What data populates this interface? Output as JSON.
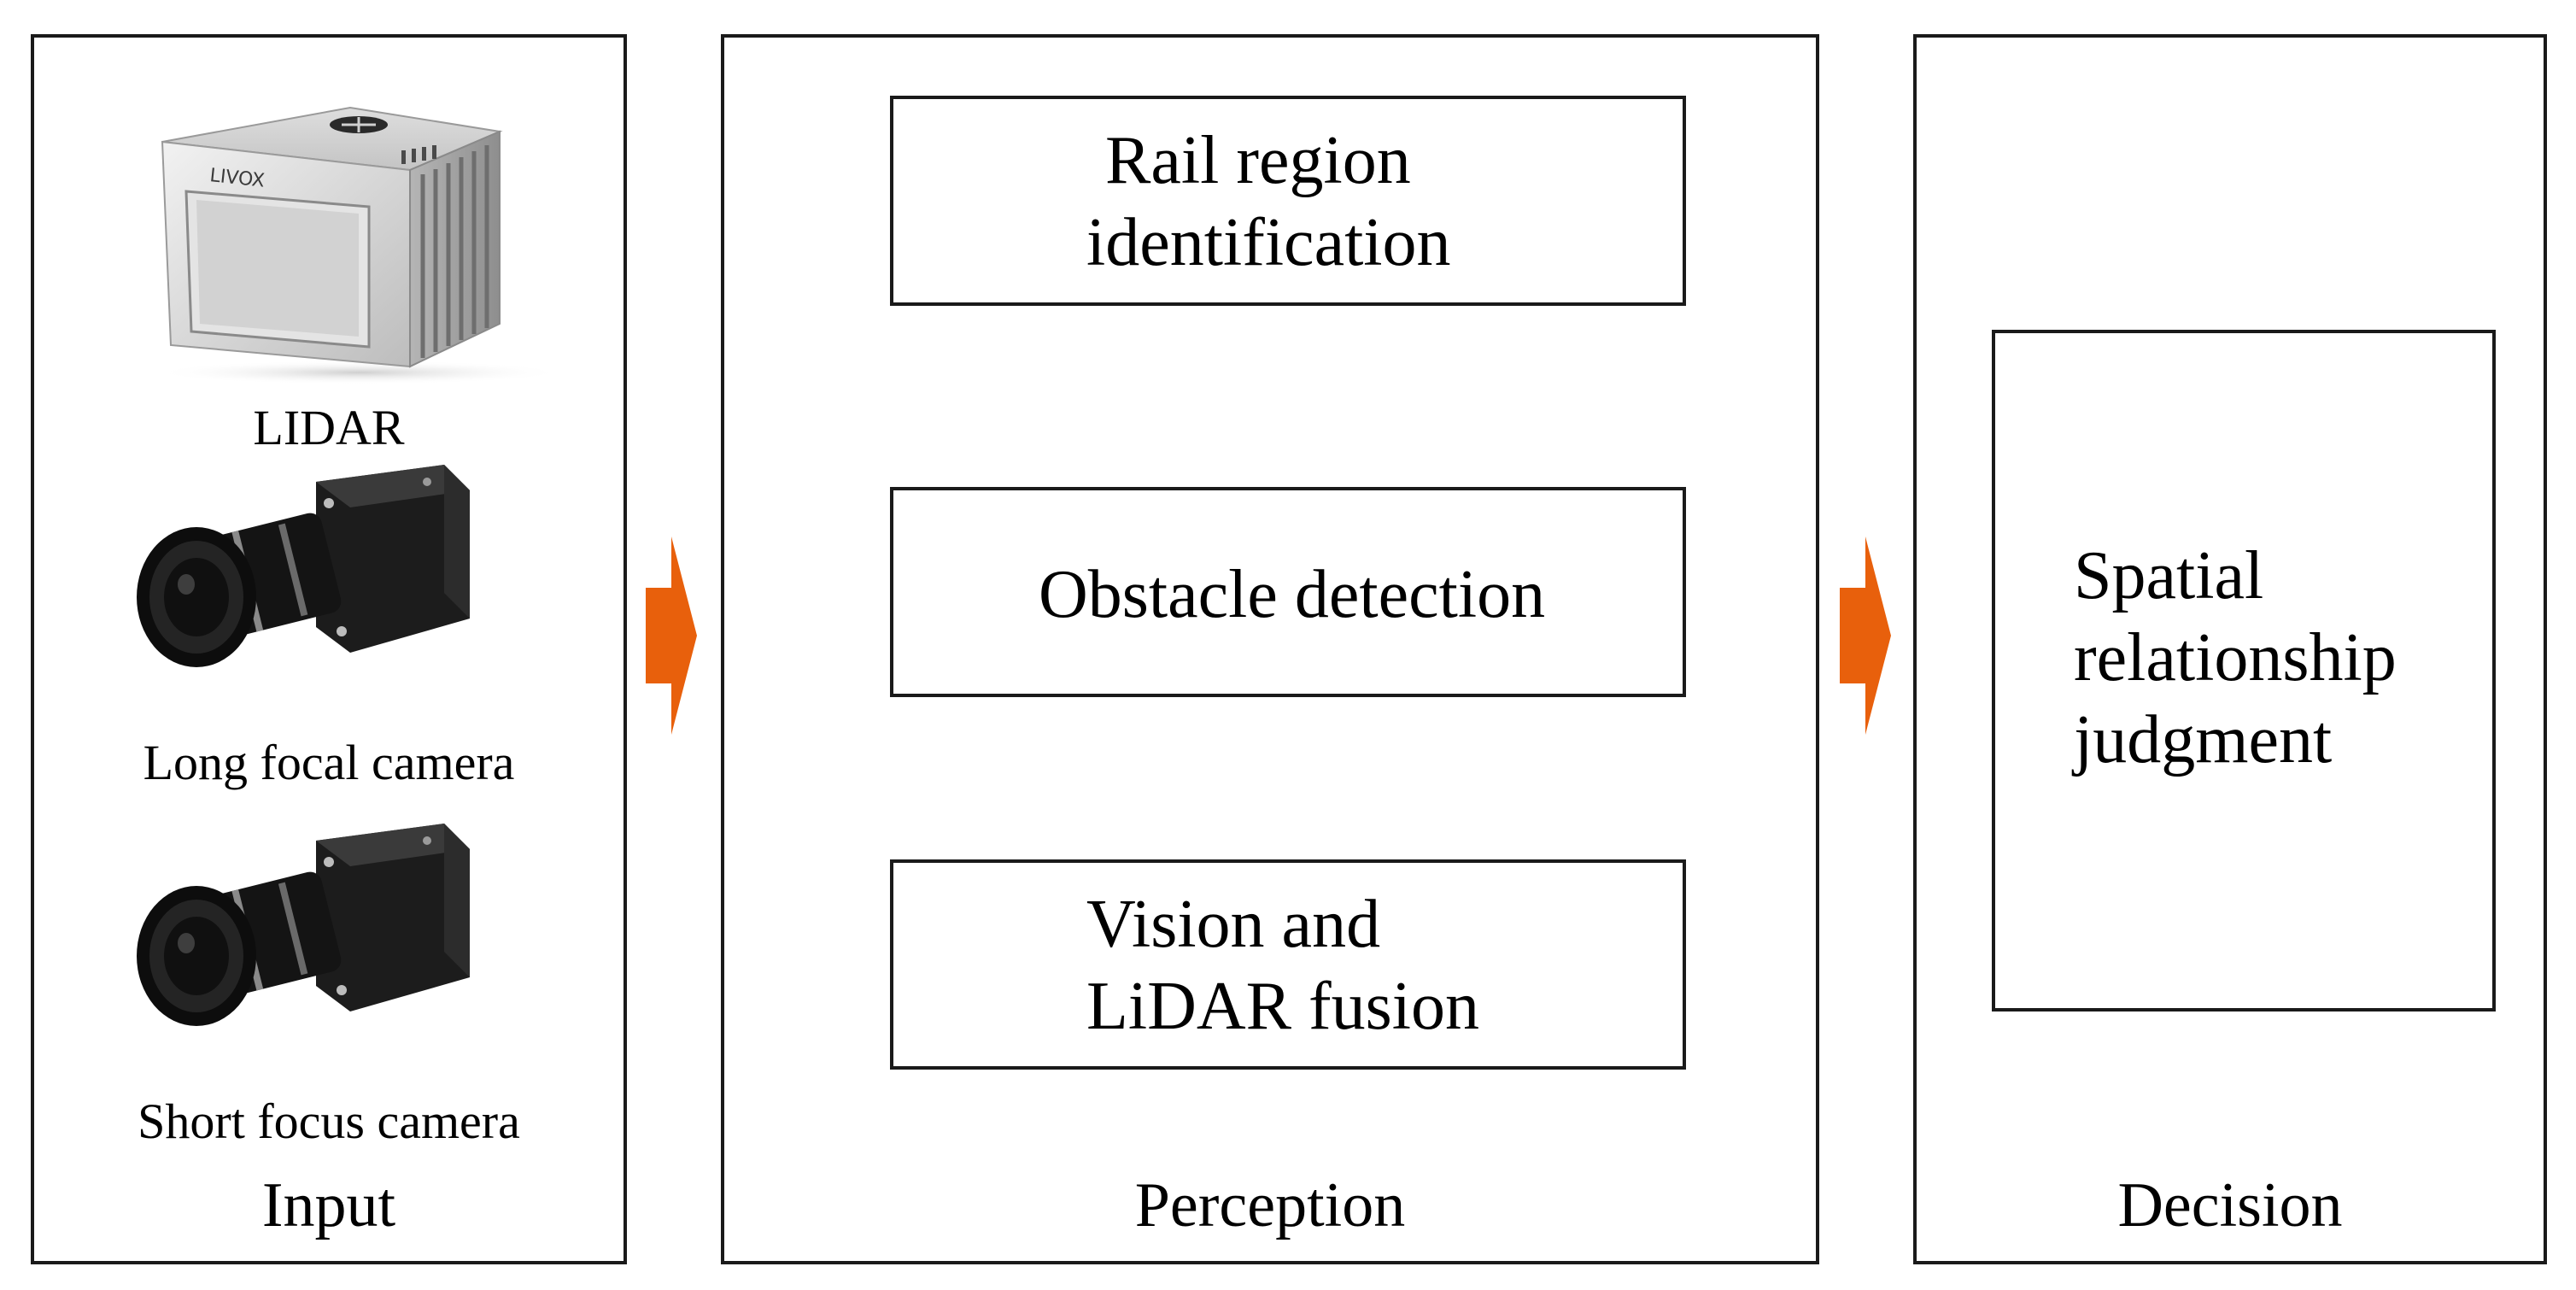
{
  "colors": {
    "arrow": "#E8600C",
    "border": "#1a1a1a",
    "lidar_body": "#c8c8c8",
    "camera_body": "#1c1c1c"
  },
  "input": {
    "label": "Input",
    "devices": [
      {
        "caption": "LIDAR",
        "icon": "lidar-icon",
        "brand": "LIVOX"
      },
      {
        "caption": "Long focal camera",
        "icon": "camera-icon"
      },
      {
        "caption": "Short focus camera",
        "icon": "camera-icon"
      }
    ]
  },
  "perception": {
    "label": "Perception",
    "boxes": [
      {
        "lines": [
          "Rail region",
          "identification"
        ]
      },
      {
        "lines": [
          "Obstacle detection"
        ]
      },
      {
        "lines": [
          "Vision and",
          "LiDAR fusion"
        ]
      }
    ]
  },
  "decision": {
    "label": "Decision",
    "box": {
      "lines": [
        "Spatial",
        "relationship",
        "judgment"
      ]
    }
  },
  "arrows": [
    {
      "icon": "right-arrow-icon"
    },
    {
      "icon": "right-arrow-icon"
    }
  ]
}
